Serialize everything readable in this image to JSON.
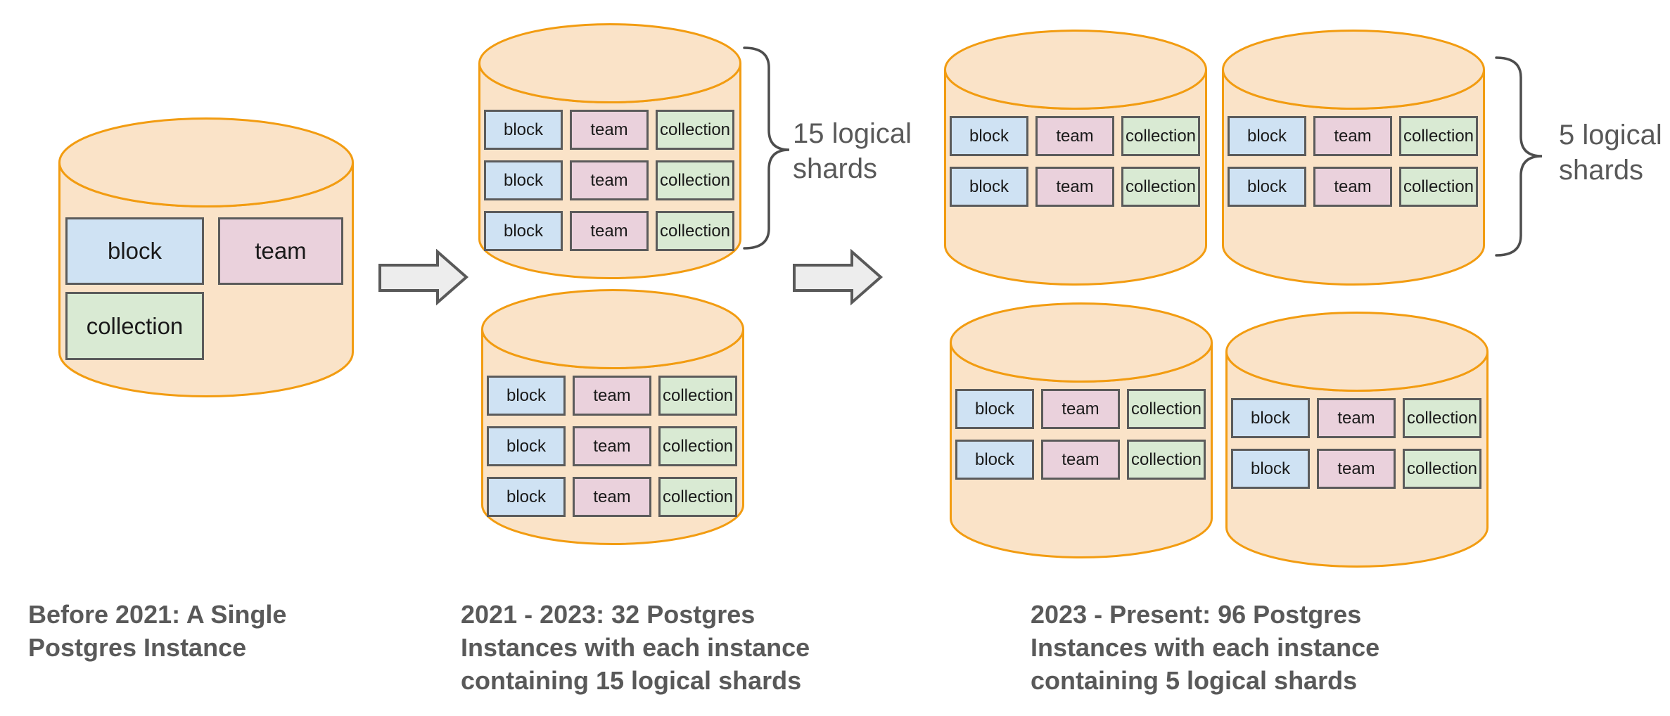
{
  "labels": {
    "block": "block",
    "team": "team",
    "collection": "collection"
  },
  "stages": [
    {
      "id": "before-2021",
      "caption_lines": [
        "Before 2021: A Single",
        "Postgres Instance"
      ]
    },
    {
      "id": "2021-2023",
      "caption_lines": [
        "2021 - 2023: 32 Postgres",
        "Instances with each instance",
        "containing 15 logical shards"
      ],
      "brace_label_lines": [
        "15 logical",
        "shards"
      ]
    },
    {
      "id": "2023-present",
      "caption_lines": [
        "2023 - Present: 96 Postgres",
        "Instances with each instance",
        "containing 5 logical shards"
      ],
      "brace_label_lines": [
        "5 logical",
        "shards"
      ]
    }
  ],
  "colors": {
    "cylinder_fill": "#FAE3C8",
    "cylinder_stroke": "#F29C11",
    "block_fill": "#CFE2F3",
    "team_fill": "#EAD1DC",
    "collection_fill": "#D9EAD3",
    "box_stroke": "#5B5B5B",
    "arrow_fill": "#EDEDED",
    "arrow_stroke": "#595959",
    "brace_stroke": "#4D4D4D",
    "text_gray": "#595959"
  }
}
